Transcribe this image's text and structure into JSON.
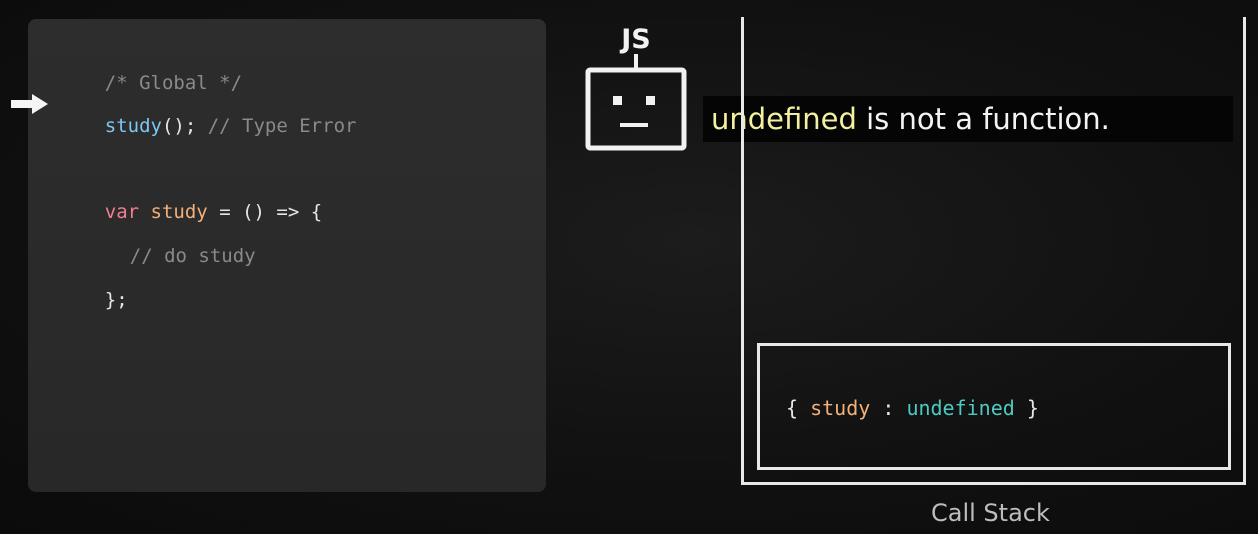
{
  "code": {
    "line1": "/* Global */",
    "line2_fn": "study",
    "line2_call": "();",
    "line2_comment": " // Type Error",
    "line3_kw": "var",
    "line3_name": "study",
    "line3_rest": " = () => {",
    "line4_comment": "// do study",
    "line5": "};"
  },
  "engine": {
    "logo_text": "JS",
    "message_highlight": "undefined",
    "message_rest": " is not a function."
  },
  "call_stack": {
    "label": "Call Stack",
    "frame_open": "{ ",
    "frame_key": "study",
    "frame_sep": " : ",
    "frame_value": "undefined",
    "frame_close": " }"
  },
  "colors": {
    "keyword": "#f07f8f",
    "variable": "#f3b07a",
    "function": "#7ec7f2",
    "undefined_value": "#4ec9c0",
    "highlight": "#f3f0a0"
  }
}
